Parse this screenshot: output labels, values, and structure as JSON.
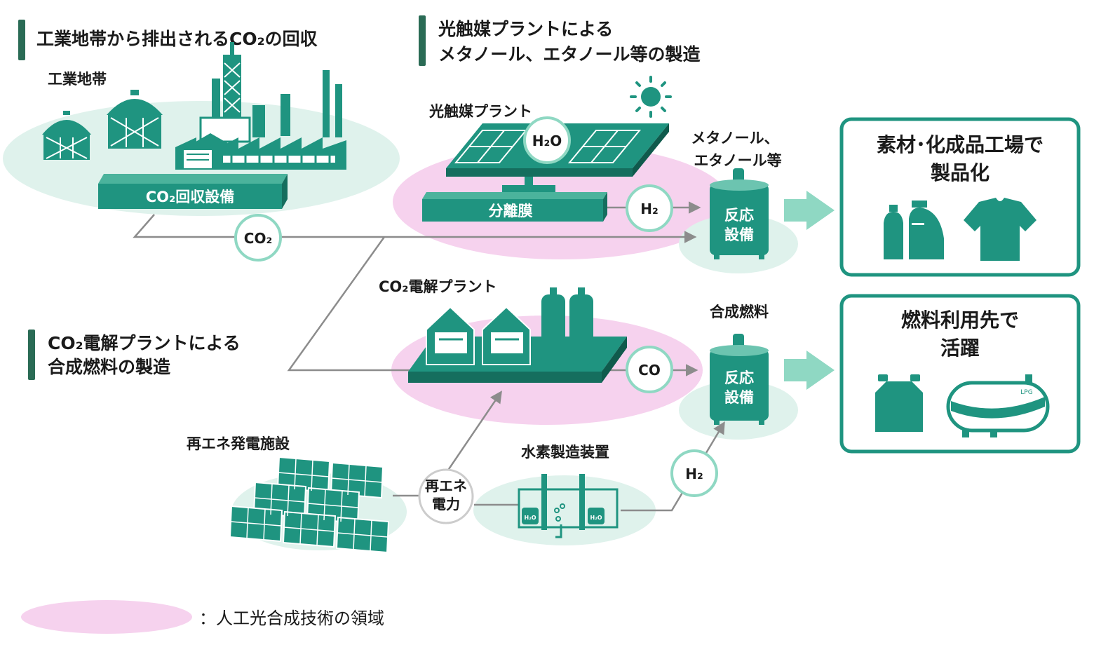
{
  "headings": {
    "co2_capture": "工業地帯から排出されるCO₂の回収",
    "photocatalyst_line1": "光触媒プラントによる",
    "photocatalyst_line2": "メタノール、エタノール等の製造",
    "electrolysis_line1": "CO₂電解プラントによる",
    "electrolysis_line2": "合成燃料の製造"
  },
  "labels": {
    "industrial_zone": "工業地帯",
    "co2_capture_facility": "CO₂回収設備",
    "photocatalyst_plant": "光触媒プラント",
    "separation_membrane": "分離膜",
    "methanol_line1": "メタノール、",
    "methanol_line2": "エタノール等",
    "co2_electrolysis_plant": "CO₂電解プラント",
    "synthetic_fuel": "合成燃料",
    "renewable_facility": "再エネ発電施設",
    "hydrogen_facility": "水素製造装置",
    "reactor_line1": "反応",
    "reactor_line2": "設備",
    "tank_small_h2o": "H₂O",
    "lpg": "LPG"
  },
  "circles": {
    "h2o": "H₂O",
    "h2_top": "H₂",
    "co2": "CO₂",
    "co": "CO",
    "h2_bottom": "H₂",
    "renewable_power_line1": "再エネ",
    "renewable_power_line2": "電力"
  },
  "outputs": {
    "materials_line1": "素材･化成品工場で",
    "materials_line2": "製品化",
    "fuel_line1": "燃料利用先で",
    "fuel_line2": "活躍"
  },
  "legend": {
    "text": "：人工光合成技術の領域"
  },
  "colors": {
    "teal": "#1f9480",
    "dark_green": "#2a6b55",
    "mint_ellipse": "#dff2ec",
    "pink_ellipse": "#f6d2ee",
    "arrow_block": "#8fd8c3",
    "line_gray": "#8c8c8c"
  }
}
